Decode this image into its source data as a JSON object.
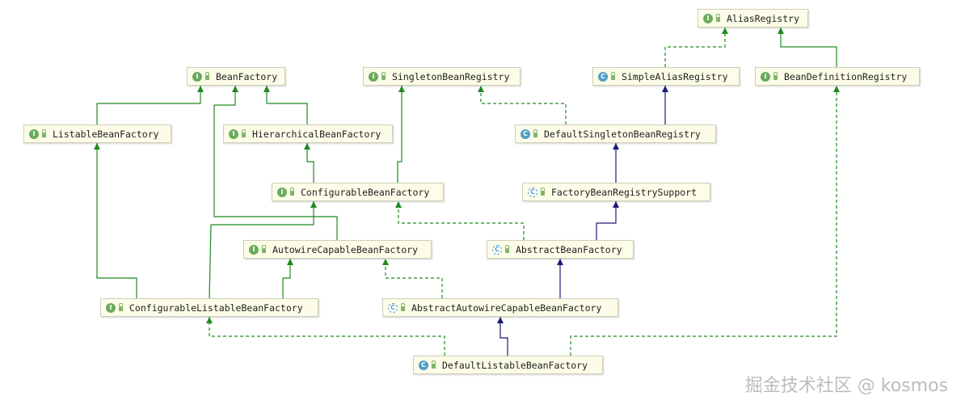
{
  "diagram": {
    "nodes": [
      {
        "id": "alias-registry",
        "label": "AliasRegistry",
        "kind": "interface"
      },
      {
        "id": "bean-factory",
        "label": "BeanFactory",
        "kind": "interface"
      },
      {
        "id": "singleton-bean-registry",
        "label": "SingletonBeanRegistry",
        "kind": "interface"
      },
      {
        "id": "simple-alias-registry",
        "label": "SimpleAliasRegistry",
        "kind": "class"
      },
      {
        "id": "bean-definition-registry",
        "label": "BeanDefinitionRegistry",
        "kind": "interface"
      },
      {
        "id": "listable-bean-factory",
        "label": "ListableBeanFactory",
        "kind": "interface"
      },
      {
        "id": "hierarchical-bean-factory",
        "label": "HierarchicalBeanFactory",
        "kind": "interface"
      },
      {
        "id": "default-singleton-bean-registry",
        "label": "DefaultSingletonBeanRegistry",
        "kind": "class"
      },
      {
        "id": "configurable-bean-factory",
        "label": "ConfigurableBeanFactory",
        "kind": "interface"
      },
      {
        "id": "factory-bean-registry-support",
        "label": "FactoryBeanRegistrySupport",
        "kind": "abstract"
      },
      {
        "id": "autowire-capable-bean-factory",
        "label": "AutowireCapableBeanFactory",
        "kind": "interface"
      },
      {
        "id": "abstract-bean-factory",
        "label": "AbstractBeanFactory",
        "kind": "abstract"
      },
      {
        "id": "configurable-listable-bean-factory",
        "label": "ConfigurableListableBeanFactory",
        "kind": "interface"
      },
      {
        "id": "abstract-autowire-capable-bean-factory",
        "label": "AbstractAutowireCapableBeanFactory",
        "kind": "abstract"
      },
      {
        "id": "default-listable-bean-factory",
        "label": "DefaultListableBeanFactory",
        "kind": "class"
      }
    ],
    "edges": [
      {
        "from": "listable-bean-factory",
        "to": "bean-factory",
        "type": "extends-interface"
      },
      {
        "from": "hierarchical-bean-factory",
        "to": "bean-factory",
        "type": "extends-interface"
      },
      {
        "from": "autowire-capable-bean-factory",
        "to": "bean-factory",
        "type": "extends-interface"
      },
      {
        "from": "configurable-bean-factory",
        "to": "hierarchical-bean-factory",
        "type": "extends-interface"
      },
      {
        "from": "configurable-bean-factory",
        "to": "singleton-bean-registry",
        "type": "extends-interface"
      },
      {
        "from": "simple-alias-registry",
        "to": "alias-registry",
        "type": "implements"
      },
      {
        "from": "bean-definition-registry",
        "to": "alias-registry",
        "type": "extends-interface"
      },
      {
        "from": "default-singleton-bean-registry",
        "to": "simple-alias-registry",
        "type": "extends-class"
      },
      {
        "from": "default-singleton-bean-registry",
        "to": "singleton-bean-registry",
        "type": "implements"
      },
      {
        "from": "factory-bean-registry-support",
        "to": "default-singleton-bean-registry",
        "type": "extends-class"
      },
      {
        "from": "abstract-bean-factory",
        "to": "factory-bean-registry-support",
        "type": "extends-class"
      },
      {
        "from": "abstract-bean-factory",
        "to": "configurable-bean-factory",
        "type": "implements"
      },
      {
        "from": "configurable-listable-bean-factory",
        "to": "listable-bean-factory",
        "type": "extends-interface"
      },
      {
        "from": "configurable-listable-bean-factory",
        "to": "configurable-bean-factory",
        "type": "extends-interface"
      },
      {
        "from": "configurable-listable-bean-factory",
        "to": "autowire-capable-bean-factory",
        "type": "extends-interface"
      },
      {
        "from": "abstract-autowire-capable-bean-factory",
        "to": "abstract-bean-factory",
        "type": "extends-class"
      },
      {
        "from": "abstract-autowire-capable-bean-factory",
        "to": "autowire-capable-bean-factory",
        "type": "implements"
      },
      {
        "from": "default-listable-bean-factory",
        "to": "abstract-autowire-capable-bean-factory",
        "type": "extends-class"
      },
      {
        "from": "default-listable-bean-factory",
        "to": "configurable-listable-bean-factory",
        "type": "implements"
      },
      {
        "from": "default-listable-bean-factory",
        "to": "bean-definition-registry",
        "type": "implements"
      }
    ],
    "colors": {
      "interface_edge": "#1f8a1f",
      "class_edge": "#1a1a7a",
      "node_fill": "#fcfce8",
      "node_border": "#cfcfb8"
    },
    "badges": {
      "interface": "I",
      "class": "C",
      "abstract": "C"
    }
  },
  "watermark": "掘金技术社区 @ kosmos"
}
